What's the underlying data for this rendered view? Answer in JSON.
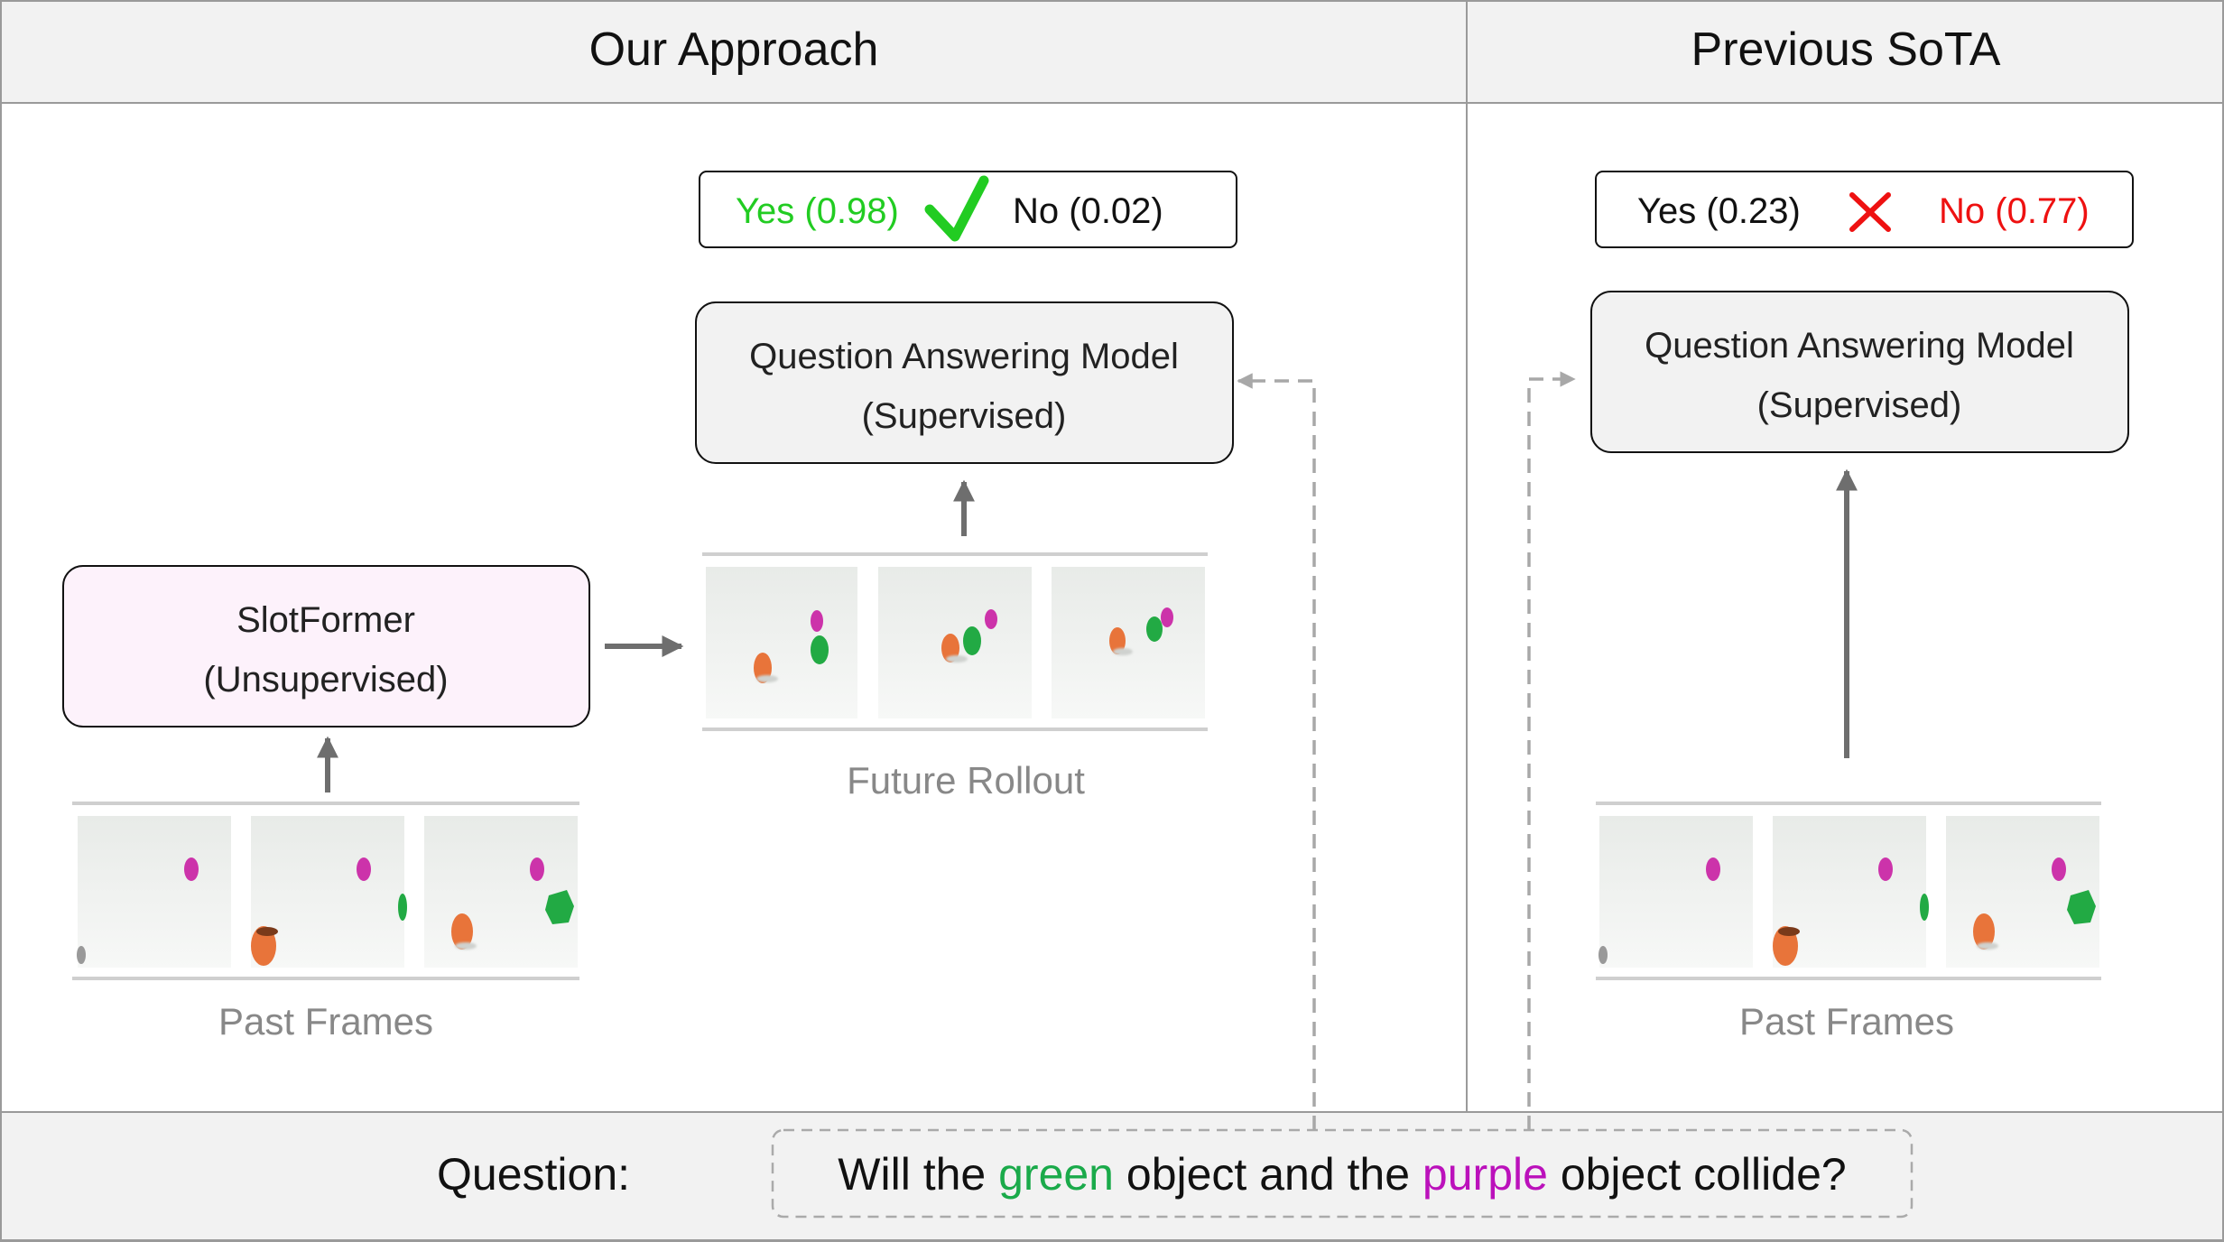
{
  "header": {
    "left_title": "Our Approach",
    "right_title": "Previous SoTA"
  },
  "our_approach": {
    "answer": {
      "yes_text": "Yes (0.98)",
      "no_text": "No (0.02)",
      "mark": "check-icon",
      "yes_color": "#22cc22",
      "no_color": "#111111"
    },
    "qa_model": {
      "line1": "Question Answering Model",
      "line2": "(Supervised)"
    },
    "slotformer": {
      "line1": "SlotFormer",
      "line2": "(Unsupervised)",
      "fill": "#fdf2fb"
    },
    "future_rollout_label": "Future Rollout",
    "past_frames_label": "Past Frames"
  },
  "previous_sota": {
    "answer": {
      "yes_text": "Yes (0.23)",
      "no_text": "No (0.77)",
      "mark": "cross-icon",
      "yes_color": "#111111",
      "no_color": "#ee1111"
    },
    "qa_model": {
      "line1": "Question Answering Model",
      "line2": "(Supervised)"
    },
    "past_frames_label": "Past Frames"
  },
  "question": {
    "label": "Question:",
    "parts": [
      {
        "text": "Will the ",
        "color": "#111111"
      },
      {
        "text": "green",
        "color": "#1aaa4a"
      },
      {
        "text": " object and the ",
        "color": "#111111"
      },
      {
        "text": "purple",
        "color": "#bb11bb"
      },
      {
        "text": " object collide?",
        "color": "#111111"
      }
    ]
  },
  "colors": {
    "panel_header_bg": "#f2f2f2",
    "box_fill": "#f2f2f2",
    "frame_bg": "#eef0ee",
    "green_object": "#22aa44",
    "purple_object": "#cc33aa",
    "orange_object": "#e8743a",
    "arrow": "#6e6e6e",
    "dashed_arrow": "#a8a8a8"
  }
}
